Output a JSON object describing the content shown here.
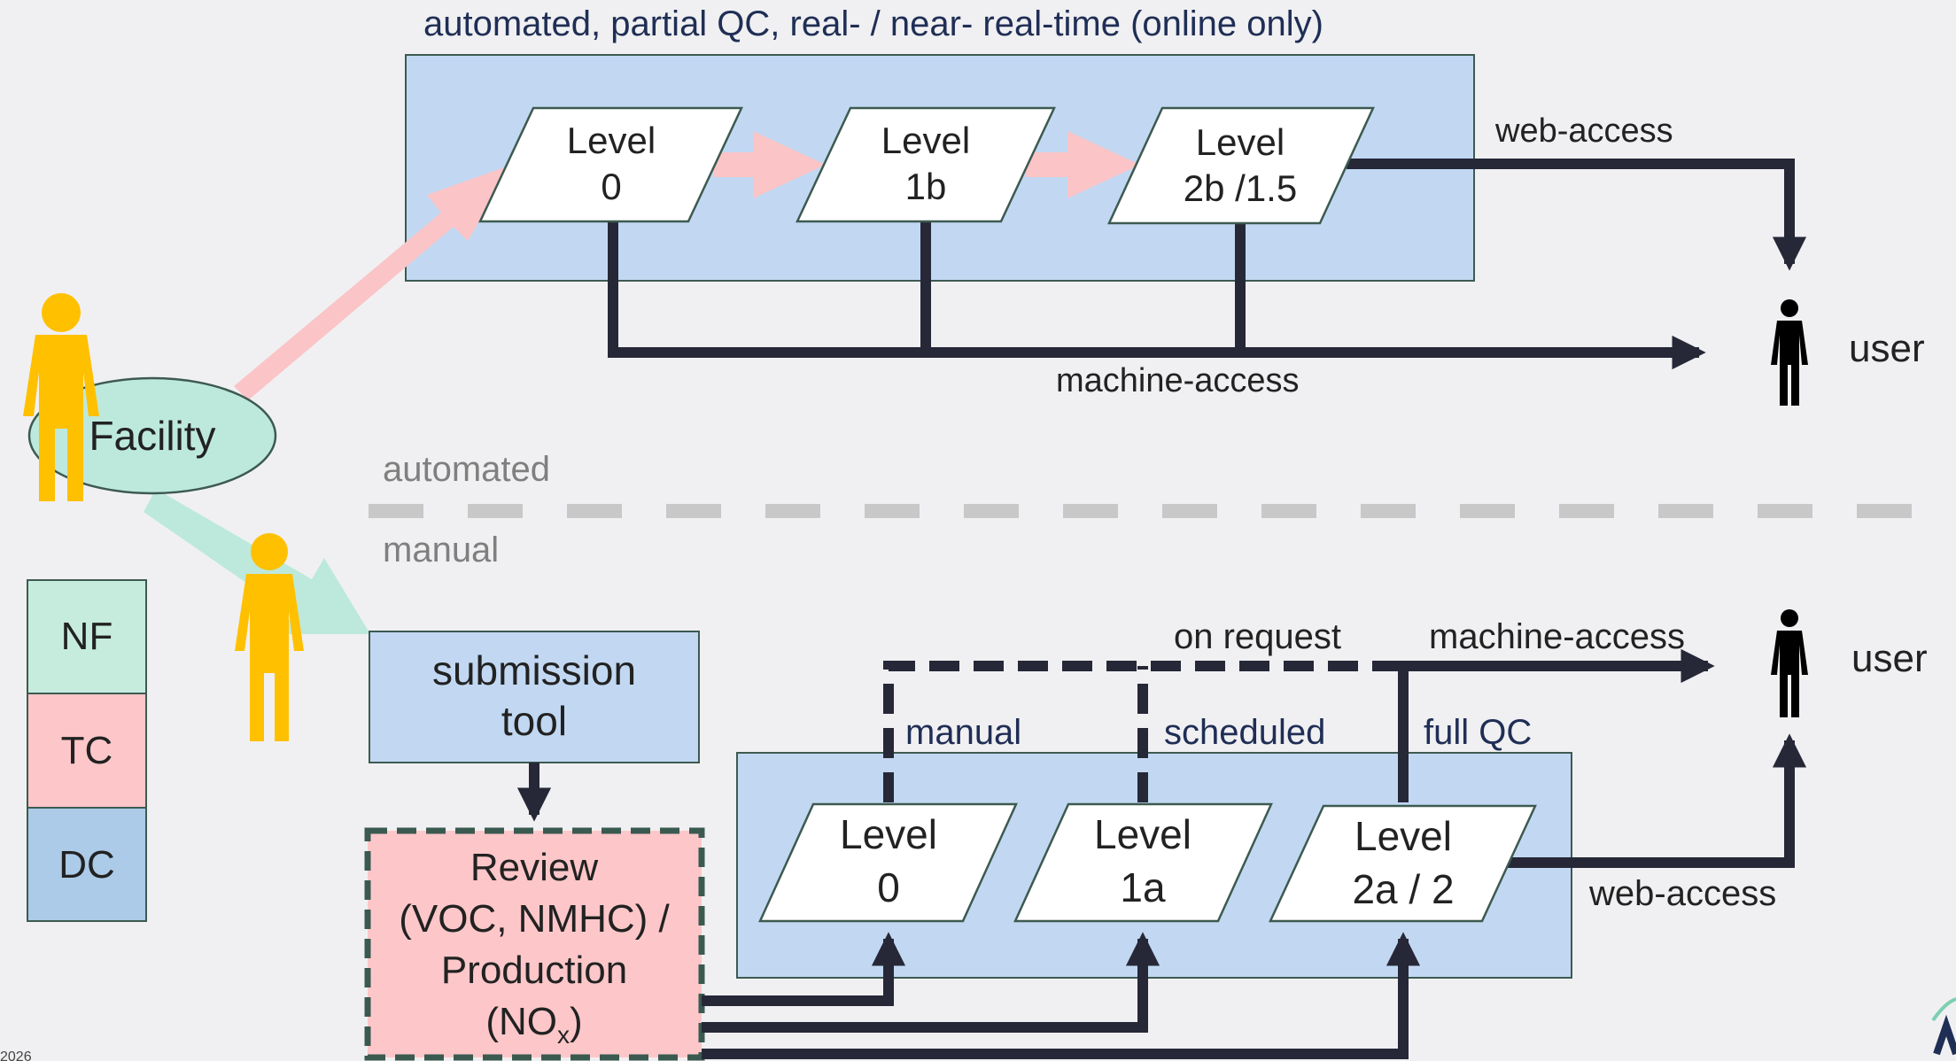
{
  "top": {
    "caption": "automated, partial QC, real- / near- real-time (online only)",
    "levels": [
      {
        "line1": "Level",
        "line2": "0"
      },
      {
        "line1": "Level",
        "line2": "1b"
      },
      {
        "line1": "Level",
        "line2": "2b /1.5"
      }
    ],
    "web_access": "web-access",
    "machine_access": "machine-access",
    "user": "user"
  },
  "facility": "Facility",
  "divider": {
    "automated": "automated",
    "manual": "manual"
  },
  "legend": [
    "NF",
    "TC",
    "DC"
  ],
  "bottom": {
    "submission_line1": "submission",
    "submission_line2": "tool",
    "review_line1": "Review",
    "review_line2": "(VOC, NMHC) /",
    "review_line3": "Production",
    "review_line4": "(NO",
    "review_sub": "x",
    "review_line4_end": ")",
    "levels": [
      {
        "line1": "Level",
        "line2": "0"
      },
      {
        "line1": "Level",
        "line2": "1a"
      },
      {
        "line1": "Level",
        "line2": "2a / 2"
      }
    ],
    "on_request": "on request",
    "machine_access": "machine-access",
    "manual": "manual",
    "scheduled": "scheduled",
    "full_qc": "full QC",
    "web_access": "web-access",
    "user": "user"
  },
  "footer_fragment": "2026",
  "colors": {
    "box_blue": "#c2d8f2",
    "box_stroke": "#3d5a50",
    "arrow_dark": "#262838",
    "arrow_pink": "#fbc4c6",
    "arrow_mint": "#bde9dc",
    "person_yellow": "#ffc000",
    "legend_nf": "#c6ecde",
    "legend_tc": "#fdc7c9",
    "legend_dc": "#abcbe9",
    "review_fill": "#fdc7c9",
    "review_border": "#3a5a50",
    "text_navy": "#1f2e55",
    "text_gray": "#7f7f7f",
    "divider": "#c8c8c8"
  }
}
